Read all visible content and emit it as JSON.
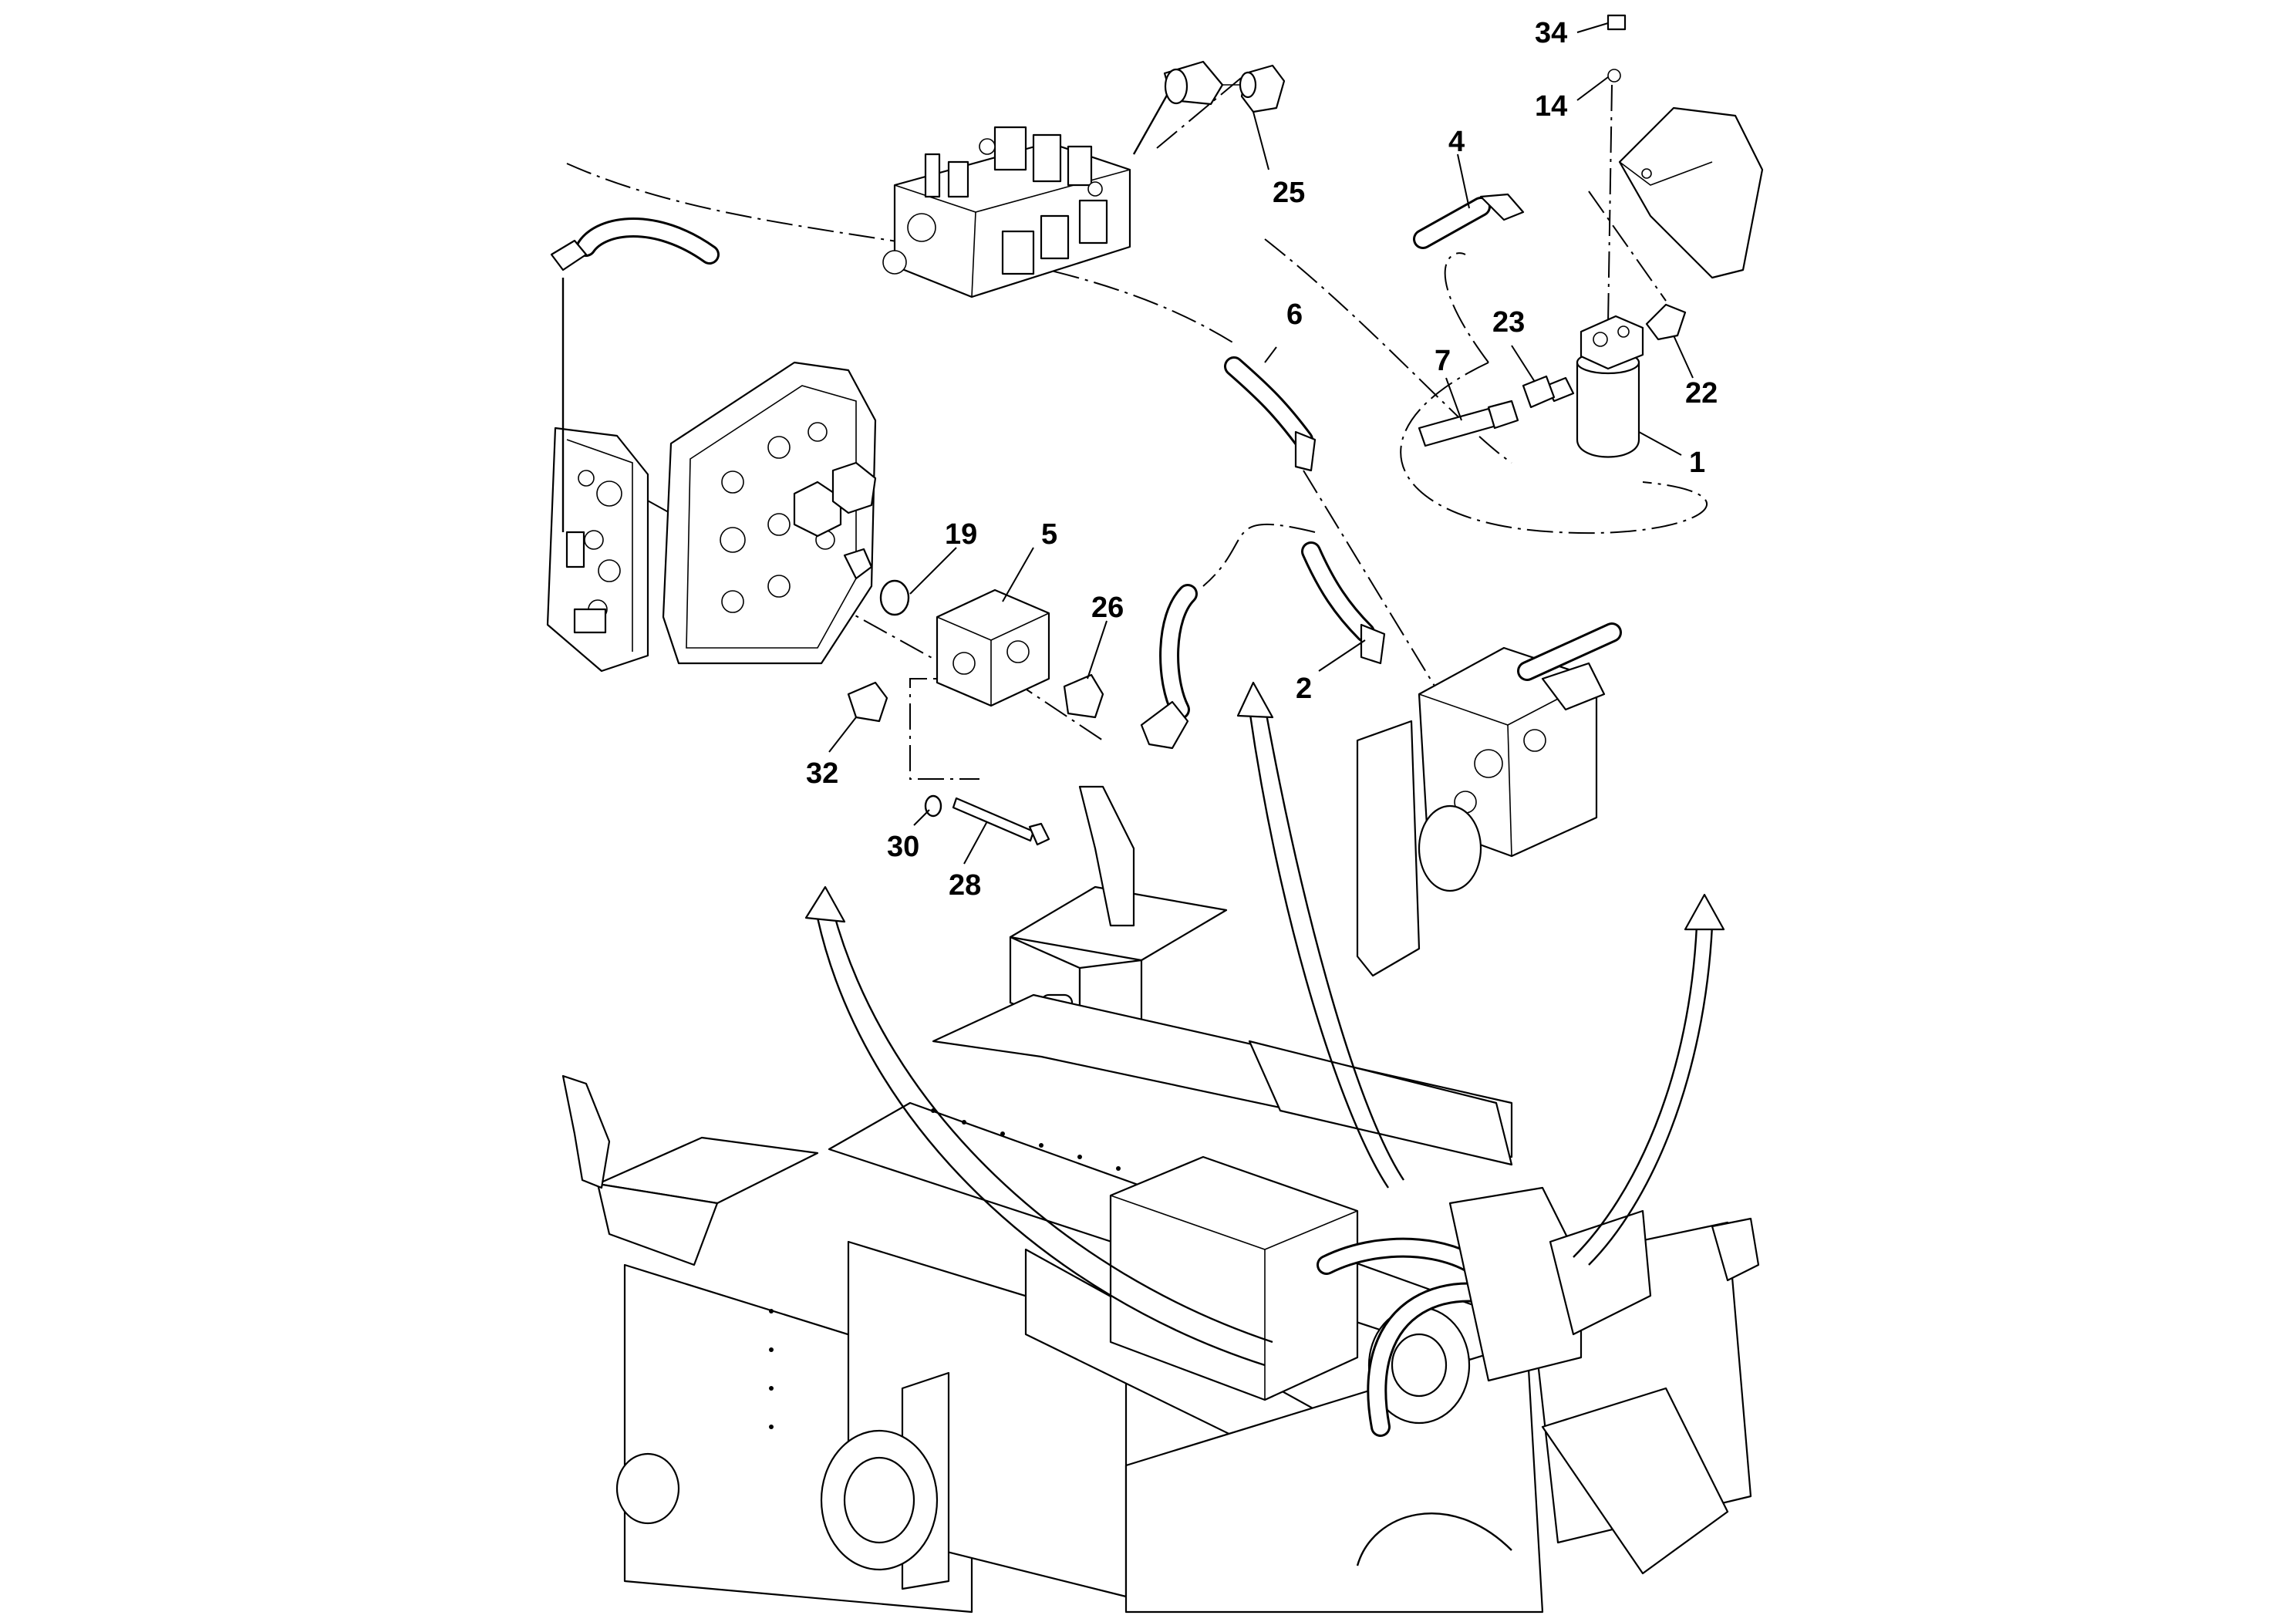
{
  "callouts": [
    {
      "label": "34"
    },
    {
      "label": "14"
    },
    {
      "label": "4"
    },
    {
      "label": "25"
    },
    {
      "label": "6"
    },
    {
      "label": "23"
    },
    {
      "label": "7"
    },
    {
      "label": "22"
    },
    {
      "label": "1"
    },
    {
      "label": "19"
    },
    {
      "label": "5"
    },
    {
      "label": "26"
    },
    {
      "label": "2"
    },
    {
      "label": "32"
    },
    {
      "label": "30"
    },
    {
      "label": "28"
    }
  ]
}
